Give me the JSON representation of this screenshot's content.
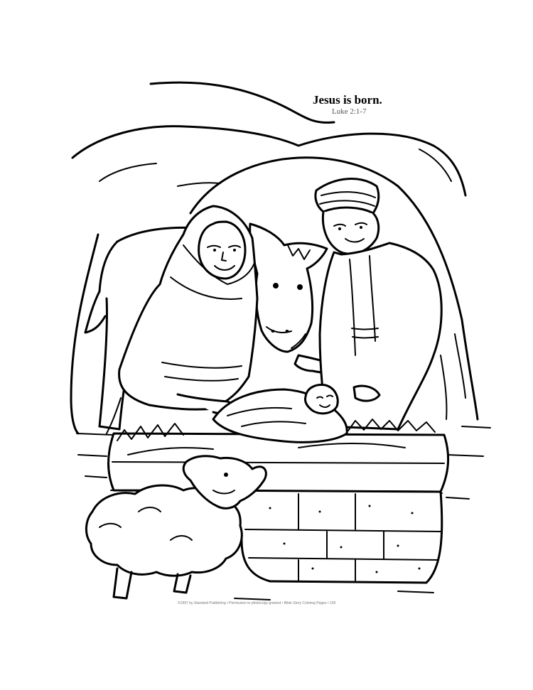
{
  "caption": {
    "title": "Jesus is born.",
    "reference": "Luke 2:1-7"
  },
  "footer": {
    "text": "©1997 by Standard Publishing • Permission to photocopy granted • Bible Story Coloring Pages • 155"
  },
  "illustration": {
    "colors": {
      "line": "#000000",
      "paper": "#ffffff"
    }
  }
}
